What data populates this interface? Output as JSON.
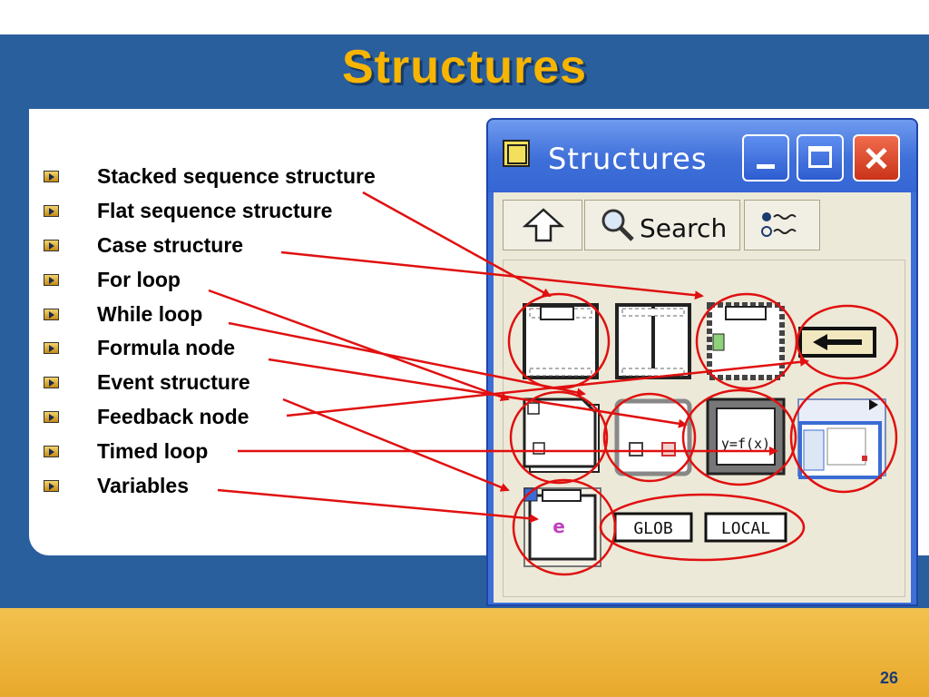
{
  "slide": {
    "title": "Structures",
    "page_number": "26",
    "bullets": [
      "Stacked sequence structure",
      "Flat sequence structure",
      "Case structure",
      "For loop",
      "While loop",
      "Formula node",
      "Event structure",
      "Feedback node",
      "Timed loop",
      "Variables"
    ]
  },
  "palette_window": {
    "title": "Structures",
    "toolbar": {
      "search_label": "Search"
    },
    "icons": [
      "stacked-sequence-icon",
      "flat-sequence-icon",
      "case-structure-icon",
      "feedback-node-icon",
      "for-loop-icon",
      "while-loop-icon",
      "formula-node-icon",
      "timed-loop-icon",
      "event-structure-icon",
      "global-variable-icon",
      "local-variable-icon"
    ],
    "formula_text": "y=f(x)",
    "global_label": "GLOB",
    "local_label": "LOCAL"
  },
  "colors": {
    "title": "#f7b500",
    "band": "#2a5f9e",
    "footer": "#eab23a",
    "annotation": "#e01010",
    "window": "#3d6fd6"
  }
}
